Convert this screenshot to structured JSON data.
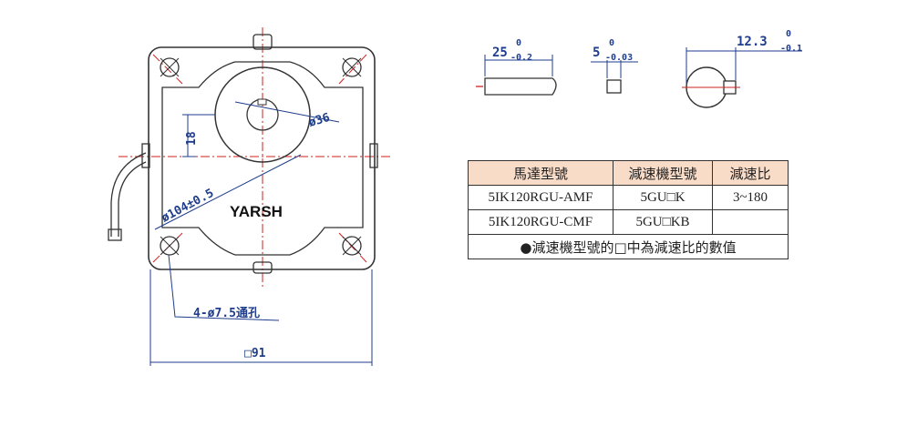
{
  "drawing": {
    "brand": "YARSH",
    "dims": {
      "mount_holes": "4-ø7.5通孔",
      "frame_size": "□91",
      "pcd": "ø104±0.5",
      "boss_dia": "ø36",
      "offset": "18"
    },
    "shaft_flat": {
      "length": "25",
      "tol_upper": "0",
      "tol_lower": "-0.2"
    },
    "key": {
      "width": "5",
      "tol_upper": "0",
      "tol_lower": "-0.03"
    },
    "key_height": {
      "value": "12.3",
      "tol_upper": "0",
      "tol_lower": "-0.1"
    }
  },
  "table": {
    "headers": [
      "馬達型號",
      "減速機型號",
      "減速比"
    ],
    "rows": [
      [
        "5IK120RGU-AMF",
        "5GU□K",
        "3~180"
      ],
      [
        "5IK120RGU-CMF",
        "5GU□KB",
        ""
      ]
    ],
    "note": "●減速機型號的□中為減速比的數值"
  },
  "colors": {
    "line": "#333333",
    "center_line": "#d22020",
    "dimension": "#1f3d8c",
    "header_bg": "#f9dcc8"
  }
}
